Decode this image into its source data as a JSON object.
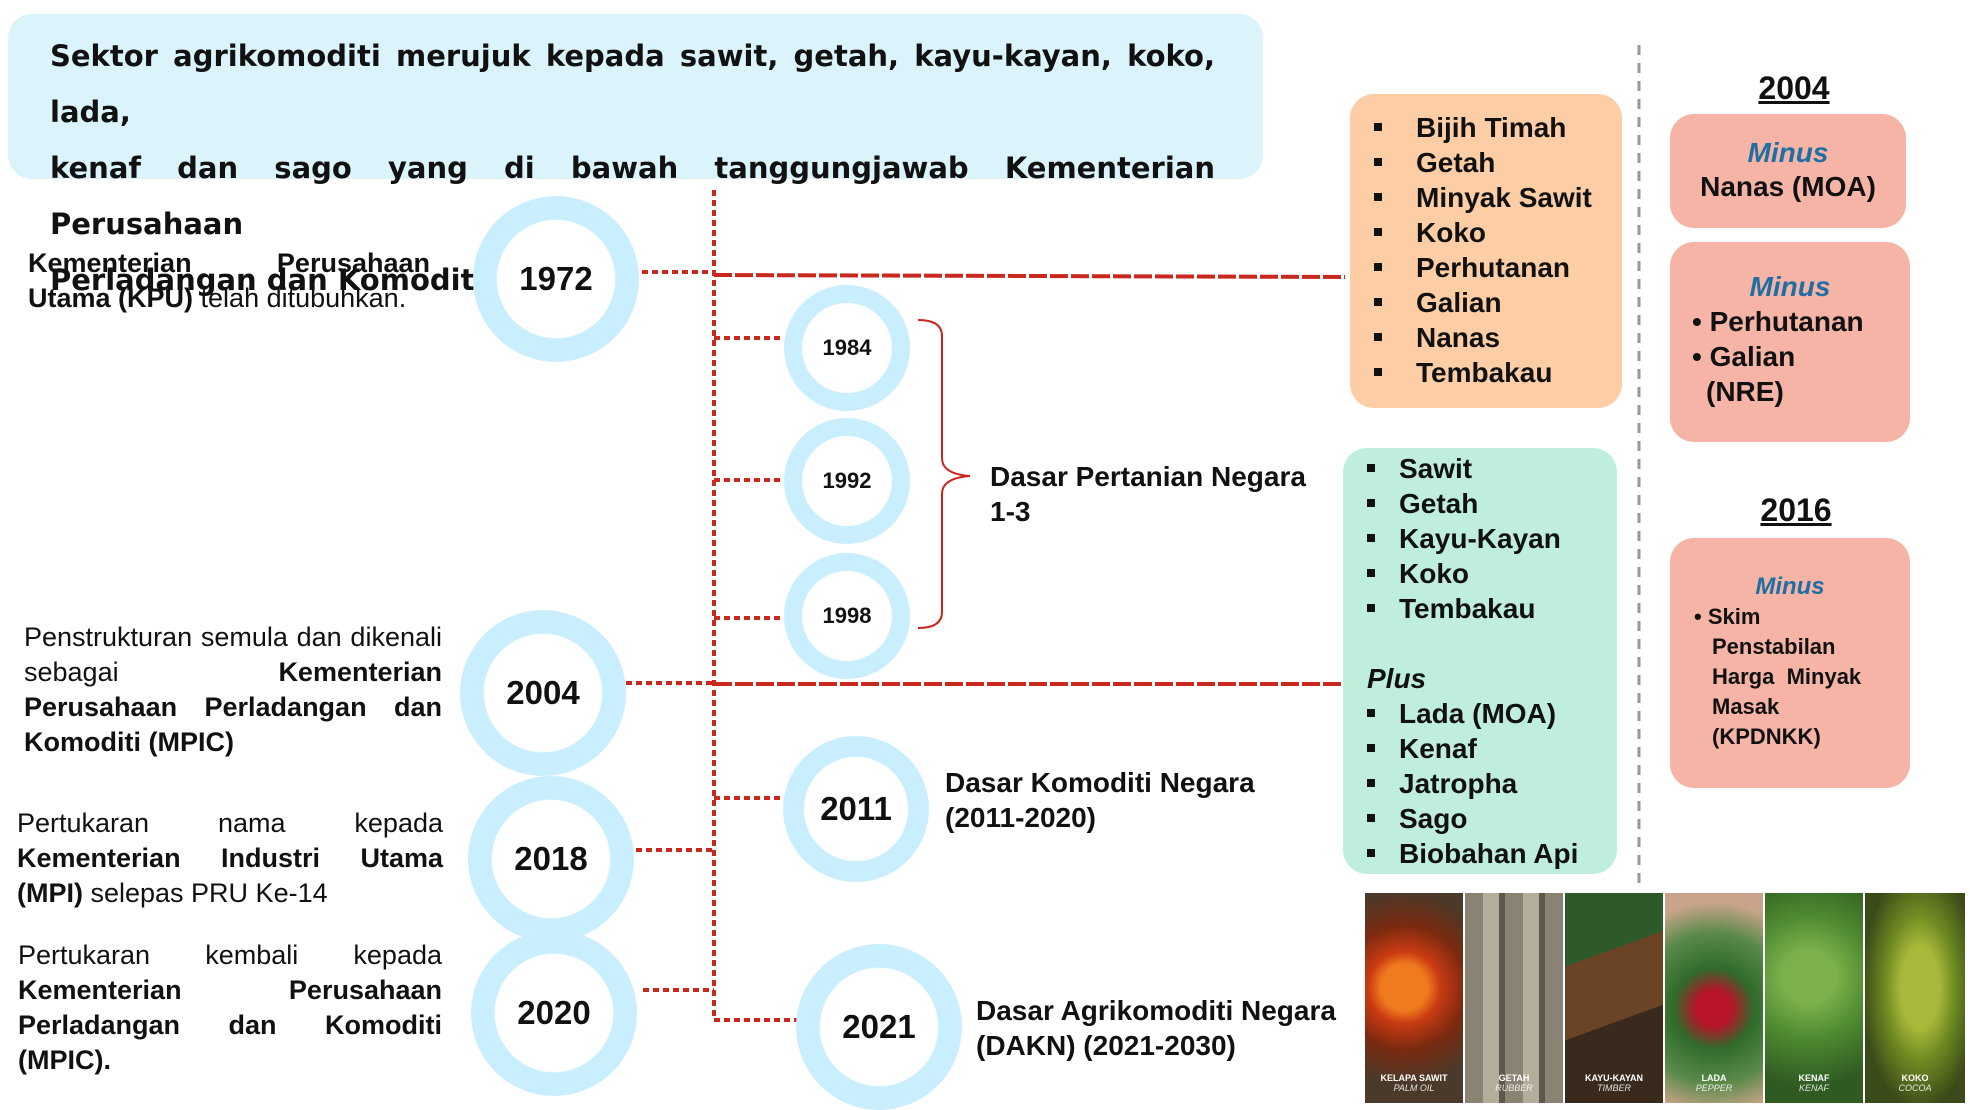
{
  "intro": {
    "line1": "Sektor agrikomoditi merujuk kepada sawit, getah, kayu-kayan, koko, lada,",
    "line2": "kenaf dan sago yang di bawah tanggungjawab Kementerian Perusahaan",
    "line3": "Perladangan dan Komoditi (MPIC)."
  },
  "timeline": {
    "y1972": "1972",
    "y1984": "1984",
    "y1992": "1992",
    "y1998": "1998",
    "y2004": "2004",
    "y2011": "2011",
    "y2018": "2018",
    "y2020": "2020",
    "y2021": "2021"
  },
  "events": {
    "e1972": {
      "bold": "Kementerian Perusahaan Utama (KPU)",
      "rest": " telah ditubuhkan."
    },
    "e2004": {
      "pre": "Penstrukturan semula dan dikenali sebagai ",
      "bold": "Kementerian Perusahaan Perladangan dan Komoditi (MPIC)"
    },
    "e2018": {
      "pre": "Pertukaran nama kepada ",
      "bold": "Kementerian Industri Utama (MPI)",
      "post": " selepas PRU Ke-14"
    },
    "e2020": {
      "pre": "Pertukaran kembali kepada ",
      "bold": "Kementerian Perusahaan Perladangan dan Komoditi (MPIC)."
    }
  },
  "policies": {
    "dpn_line1": "Dasar Pertanian Negara",
    "dpn_line2": "1-3",
    "dkn_line1": "Dasar Komoditi Negara",
    "dkn_line2": "(2011-2020)",
    "dakn_line1": "Dasar Agrikomoditi Negara",
    "dakn_line2": "(DAKN)  (2021-2030)"
  },
  "kpu_scope": [
    "Bijih Timah",
    "Getah",
    "Minyak Sawit",
    "Koko",
    "Perhutanan",
    "Galian",
    "Nanas",
    "Tembakau"
  ],
  "mpic_scope": {
    "items": [
      "Sawit",
      "Getah",
      "Kayu-Kayan",
      "Koko",
      "Tembakau"
    ],
    "plus_label": "Plus",
    "plus_items": [
      "Lada (MOA)",
      "Kenaf",
      "Jatropha",
      "Sago",
      "Biobahan Api"
    ]
  },
  "changes": {
    "year2004": "2004",
    "box1": {
      "minus": "Minus",
      "text": "Nanas (MOA)"
    },
    "box2": {
      "minus": "Minus",
      "item1": "Perhutanan",
      "item2": "Galian",
      "tail": "(NRE)"
    },
    "year2016": "2016",
    "box3": {
      "minus": "Minus",
      "line1": "Skim",
      "line2": "Penstabilan",
      "line3": "Harga  Minyak",
      "line4": "Masak",
      "line5": "(KPDNKK)"
    }
  },
  "photos": [
    {
      "label": "KELAPA SAWIT",
      "sub": "PALM OIL"
    },
    {
      "label": "GETAH",
      "sub": "RUBBER"
    },
    {
      "label": "KAYU-KAYAN",
      "sub": "TIMBER"
    },
    {
      "label": "LADA",
      "sub": "PEPPER"
    },
    {
      "label": "KENAF",
      "sub": "KENAF"
    },
    {
      "label": "KOKO",
      "sub": "COCOA"
    }
  ],
  "colors": {
    "intro_bg": "#dbf3fb",
    "ring": "#c9eefd",
    "connector": "#c8281e",
    "kpu_box": "#fdcda5",
    "mpic_box": "#bfeedd",
    "minus_box": "#f6b4a7",
    "minus_text": "#1f6fa3"
  }
}
